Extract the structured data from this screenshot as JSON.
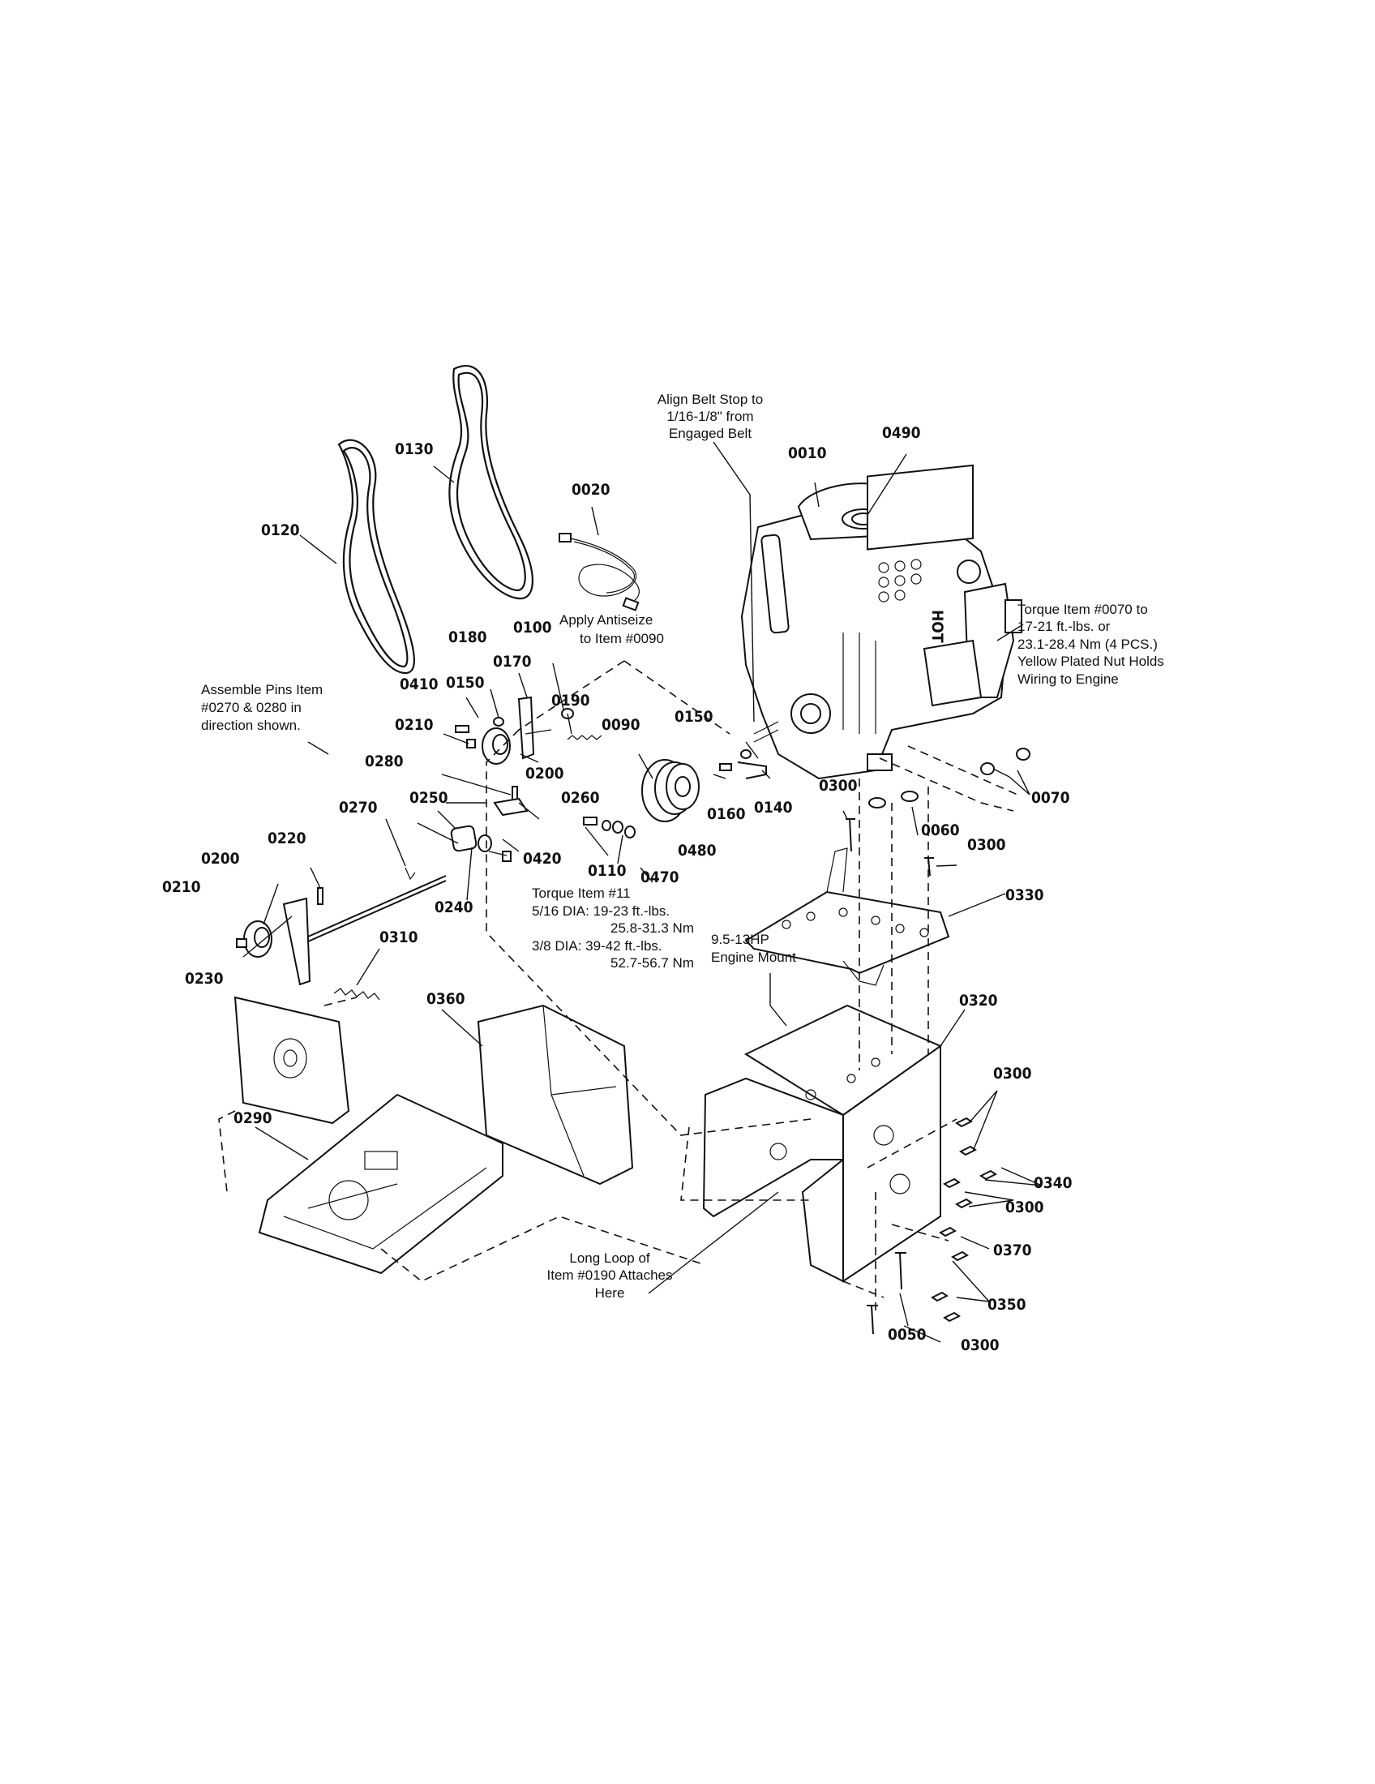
{
  "part_labels": {
    "p0010": "0010",
    "p0020": "0020",
    "p0050": "0050",
    "p0060": "0060",
    "p0070": "0070",
    "p0090": "0090",
    "p0100": "0100",
    "p0110": "0110",
    "p0120": "0120",
    "p0130": "0130",
    "p0140": "0140",
    "p0150a": "0150",
    "p0150b": "0150",
    "p0160": "0160",
    "p0170": "0170",
    "p0180": "0180",
    "p0190": "0190",
    "p0200a": "0200",
    "p0200b": "0200",
    "p0210a": "0210",
    "p0210b": "0210",
    "p0220": "0220",
    "p0230": "0230",
    "p0240": "0240",
    "p0250": "0250",
    "p0260": "0260",
    "p0270": "0270",
    "p0280": "0280",
    "p0290": "0290",
    "p0300a": "0300",
    "p0300b": "0300",
    "p0300c": "0300",
    "p0300d": "0300",
    "p0300e": "0300",
    "p0310": "0310",
    "p0320": "0320",
    "p0330": "0330",
    "p0340": "0340",
    "p0350": "0350",
    "p0360": "0360",
    "p0370": "0370",
    "p0410": "0410",
    "p0420": "0420",
    "p0470": "0470",
    "p0480": "0480",
    "p0490": "0490"
  },
  "notes": {
    "align_belt_stop": [
      "Align Belt Stop to",
      "1/16-1/8\" from",
      "Engaged Belt"
    ],
    "apply_antiseize": [
      "Apply Antiseize",
      "to Item #0090"
    ],
    "assemble_pins": [
      "Assemble Pins Item",
      "#0270 & 0280 in",
      "direction shown."
    ],
    "torque_0070": [
      "Torque Item #0070 to",
      "17-21 ft.-lbs. or",
      "23.1-28.4 Nm (4 PCS.)",
      "Yellow Plated Nut Holds",
      "Wiring to Engine"
    ],
    "torque_11": [
      "Torque Item #11",
      "5/16 DIA: 19-23 ft.-lbs.",
      "25.8-31.3 Nm",
      "3/8 DIA: 39-42 ft.-lbs.",
      "52.7-56.7 Nm"
    ],
    "engine_mount": [
      "9.5-13HP",
      "Engine Mount"
    ],
    "long_loop": [
      "Long Loop of",
      "Item #0190 Attaches",
      "Here"
    ]
  },
  "engine_decal": "HOT"
}
